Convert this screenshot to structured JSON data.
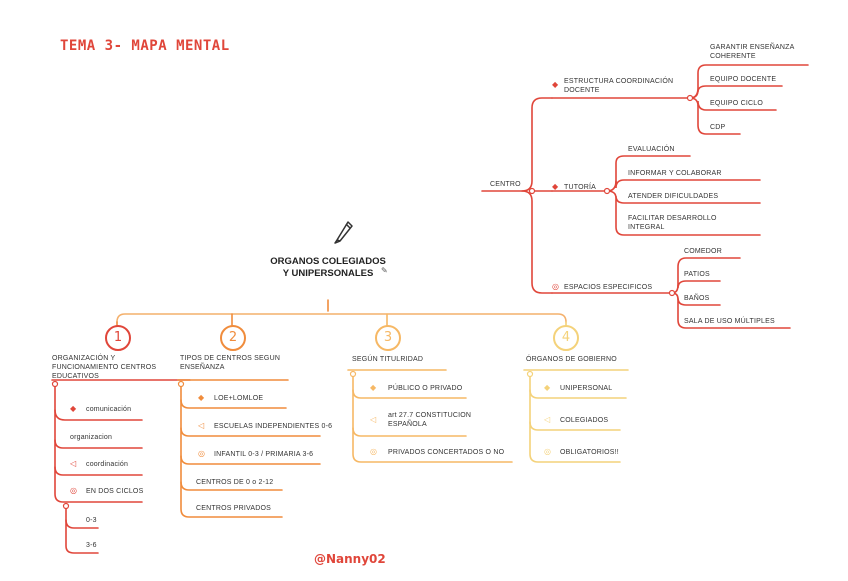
{
  "title": "TEMA 3- MAPA MENTAL",
  "credit": "@Nanny02",
  "colors": {
    "red": "#e0463a",
    "orange": "#f08c3c",
    "lightorange": "#f6b865",
    "yellow": "#f4d27a"
  },
  "center": {
    "label": "ORGANOS COLEGIADOS Y UNIPERSONALES",
    "icon": "pencil-icon"
  },
  "centro": {
    "label": "CENTRO",
    "estructura": {
      "label": "ESTRUCTURA COORDINACIÓN DOCENTE",
      "icon": "gem-icon",
      "children": [
        "GARANTIR ENSEÑANZA COHERENTE",
        "EQUIPO DOCENTE",
        "EQUIPO CICLO",
        "CDP"
      ]
    },
    "tutoria": {
      "label": "TUTORÍA",
      "icon": "gem-icon",
      "children": [
        "EVALUACIÓN",
        "INFORMAR Y COLABORAR",
        "ATENDER DIFICULDADES",
        "FACILITAR DESARROLLO INTEGRAL"
      ]
    },
    "espacios": {
      "label": "ESPACIOS ESPECIFICOS",
      "icon": "chat-icon",
      "children": [
        "COMEDOR",
        "PATIOS",
        "BAÑOS",
        "SALA DE USO MÚLTIPLES"
      ]
    }
  },
  "branches": [
    {
      "number": "1",
      "label": "ORGANIZACIÓN Y FUNCIONAMIENTO CENTROS EDUCATIVOS",
      "items": [
        "comunicación",
        "organizacion",
        "coordinación",
        "EN DOS CICLOS"
      ],
      "sub_items": [
        "0-3",
        "3-6"
      ]
    },
    {
      "number": "2",
      "label": "TIPOS DE CENTROS SEGUN ENSEÑANZA",
      "items": [
        "LOE+LOMLOE",
        "ESCUELAS INDEPENDIENTES 0-6",
        "INFANTIL 0-3 / PRIMARIA 3-6",
        "CENTROS DE 0 o 2-12",
        "CENTROS PRIVADOS"
      ]
    },
    {
      "number": "3",
      "label": "SEGÚN TITULRIDAD",
      "items": [
        "PÚBLICO O PRIVADO",
        "art 27.7 CONSTITUCION ESPAÑOLA",
        "PRIVADOS CONCERTADOS O NO"
      ]
    },
    {
      "number": "4",
      "label": "ÓRGANOS DE GOBIERNO",
      "items": [
        "UNIPERSONAL",
        "COLEGIADOS",
        "OBLIGATORIOS!!"
      ]
    }
  ]
}
